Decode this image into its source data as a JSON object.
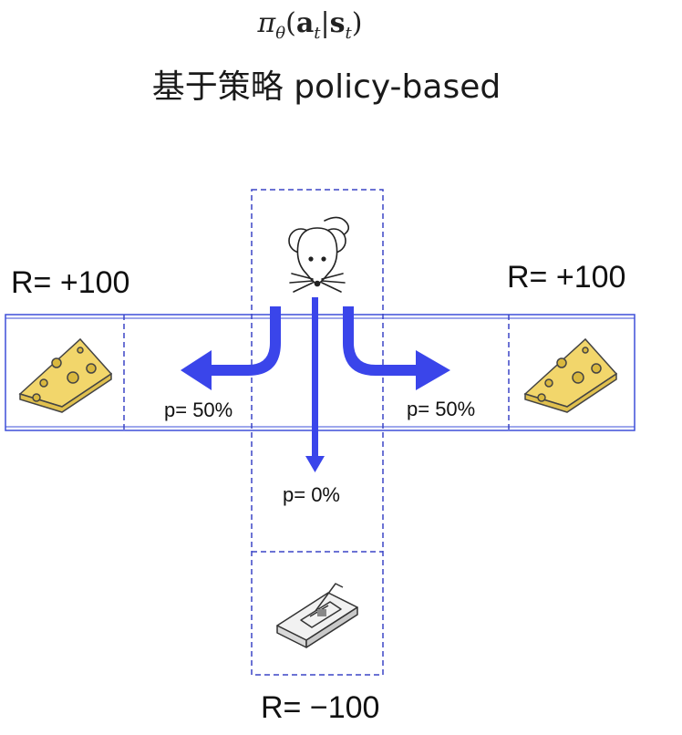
{
  "formula": {
    "pi": "π",
    "theta": "θ",
    "open": "(",
    "action": "a",
    "sub_t": "t",
    "bar": "|",
    "state": "s",
    "close": ")"
  },
  "subtitle": "基于策略 policy-based",
  "rewards": {
    "left": "R= +100",
    "right": "R= +100",
    "bottom": "R= −100"
  },
  "probabilities": {
    "left": "p= 50%",
    "right": "p= 50%",
    "down": "p= 0%"
  },
  "colors": {
    "arrow": "#3a45ea",
    "solid_border": "#3d4fd9",
    "dashed_border": "#3b45c6",
    "cheese_fill": "#f2d66b",
    "cheese_hole": "#d9b83e",
    "mouse_fill": "#ffffff",
    "trap_fill": "#f1f1f1"
  },
  "icons": {
    "mouse": "mouse-icon",
    "cheese": "cheese-icon",
    "trap": "mousetrap-icon"
  }
}
